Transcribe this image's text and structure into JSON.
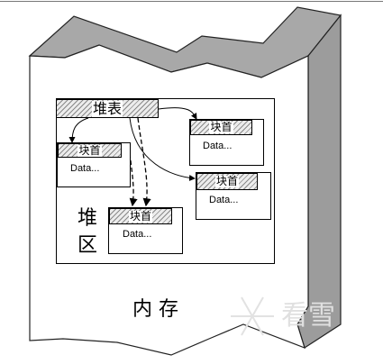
{
  "diagram": {
    "heap_table_label": "堆表",
    "block_header_label": "块首",
    "block_data_label": "Data...",
    "heap_area_label": [
      "堆",
      "区"
    ],
    "memory_label": "内 存",
    "watermark_text": "看雪"
  },
  "colors": {
    "wall_top": "#a8a8a8",
    "wall_side": "#9a9a9a",
    "outline": "#222222"
  }
}
